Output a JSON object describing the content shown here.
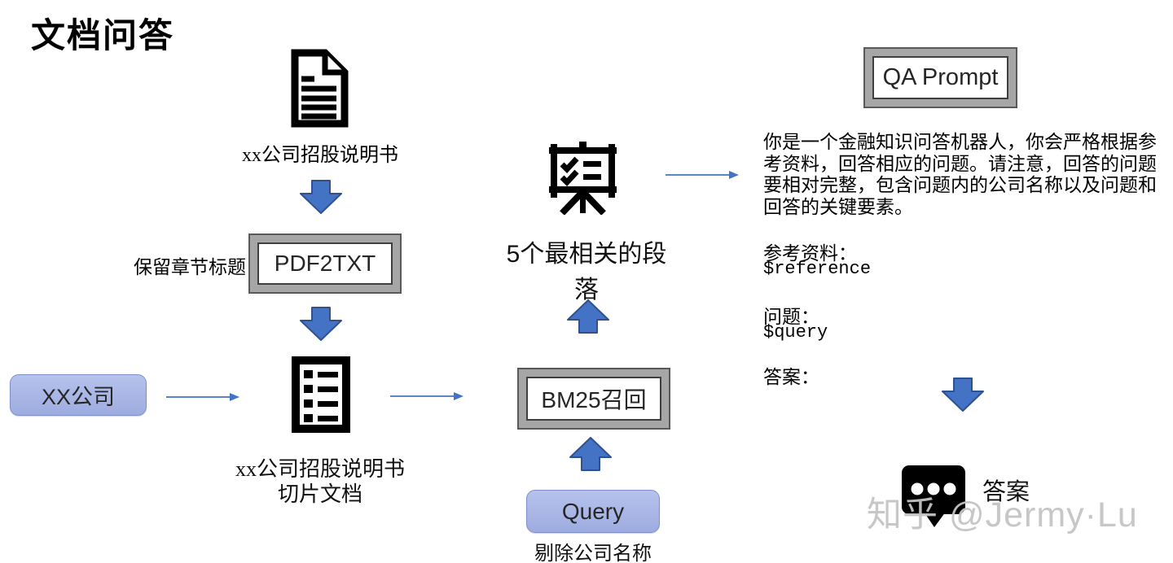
{
  "page": {
    "title": "文档问答"
  },
  "colors": {
    "arrow_fill": "#4472C4",
    "arrow_border": "#2F528F",
    "frame_matte": "#A6A6A6",
    "frame_border": "#595959",
    "pill_fill": "#A9B6E6",
    "pill_border": "#7F8FCA",
    "watermark_gray": "#C4C4C4"
  },
  "icons": {
    "source_doc": "document-icon",
    "sliced_doc": "list-icon",
    "passages": "presentation-board-icon",
    "answer": "chat-bubble-icon",
    "flow_down": "down-arrow-icon",
    "flow_up": "up-arrow-icon",
    "flow_right": "right-arrow-icon"
  },
  "pipeline": {
    "source_doc_label": "xx公司招股说明书",
    "keep_titles_note": "保留章节标题",
    "pdf2txt_label": "PDF2TXT",
    "company_label": "XX公司",
    "sliced_doc_label": "xx公司招股说明书\n切片文档",
    "bm25_label": "BM25召回",
    "query_label": "Query",
    "remove_company_note": "剔除公司名称",
    "top_passages_label": "5个最相关的段落"
  },
  "prompt": {
    "box_label": "QA Prompt",
    "body": "你是一个金融知识问答机器人，你会严格根据参\n考资料，回答相应的问题。请注意，回答的问题\n要相对完整，包含问题内的公司名称以及问题和\n回答的关键要素。",
    "reference_label": "参考资料：",
    "reference_var": "$reference",
    "question_label": "问题：",
    "question_var": "$query",
    "answer_label": "答案："
  },
  "output": {
    "answer_label": "答案"
  },
  "watermark": "知乎 @Jermy·Lu"
}
